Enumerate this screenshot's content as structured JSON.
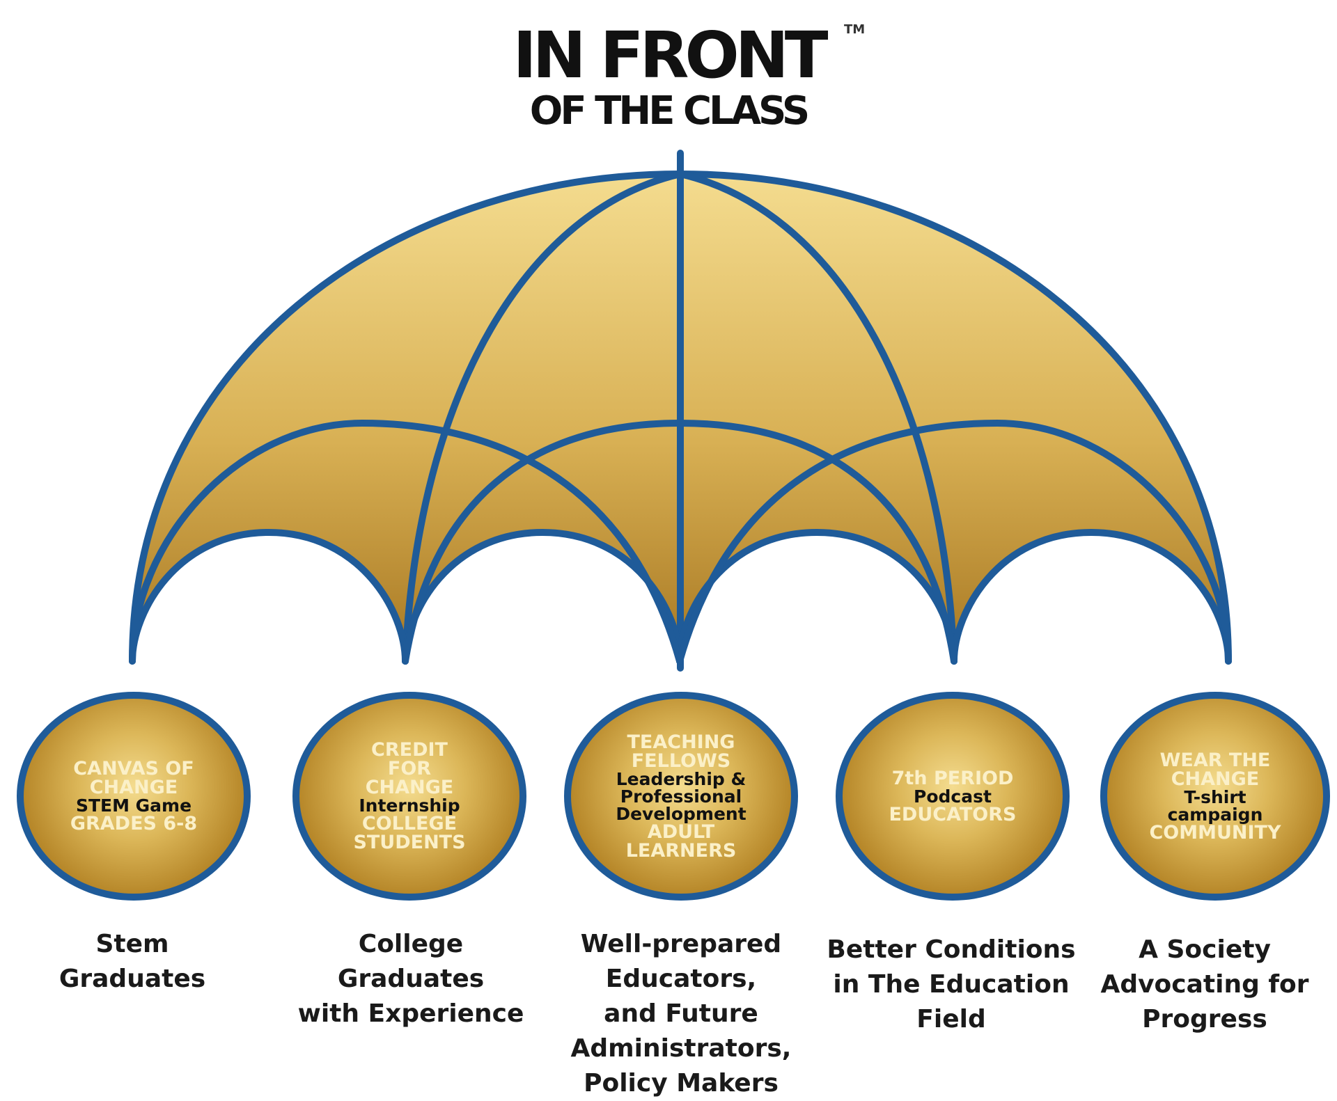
{
  "logo": {
    "line1": "IN FRONT",
    "line2": "OF THE CLASS",
    "tm": "TM"
  },
  "programs": [
    {
      "head": [
        "CANVAS OF",
        "CHANGE"
      ],
      "desc": [
        "STEM Game"
      ],
      "audience": [
        "GRADES 6-8"
      ]
    },
    {
      "head": [
        "CREDIT",
        "FOR",
        "CHANGE"
      ],
      "desc": [
        "Internship"
      ],
      "audience": [
        "COLLEGE",
        "STUDENTS"
      ]
    },
    {
      "head": [
        "TEACHING",
        "FELLOWS"
      ],
      "desc": [
        "Leadership &",
        "Professional",
        "Development"
      ],
      "audience": [
        "ADULT",
        "LEARNERS"
      ]
    },
    {
      "head": [
        "7th PERIOD"
      ],
      "desc": [
        "Podcast"
      ],
      "audience": [
        "EDUCATORS"
      ]
    },
    {
      "head": [
        "WEAR THE",
        "CHANGE"
      ],
      "desc": [
        "T-shirt",
        "campaign"
      ],
      "audience": [
        "COMMUNITY"
      ]
    }
  ],
  "outcomes": [
    [
      "Stem",
      "Graduates"
    ],
    [
      "College",
      "Graduates",
      "with Experience"
    ],
    [
      "Well-prepared",
      "Educators,",
      "and Future",
      "Administrators,",
      "Policy Makers"
    ],
    [
      "Better Conditions",
      "in The Education",
      "Field"
    ],
    [
      "A Society",
      "Advocating for",
      "Progress"
    ]
  ],
  "colors": {
    "gold_light": "#f4dc8f",
    "gold_dark": "#a87822",
    "line_blue": "#1f5b99"
  }
}
